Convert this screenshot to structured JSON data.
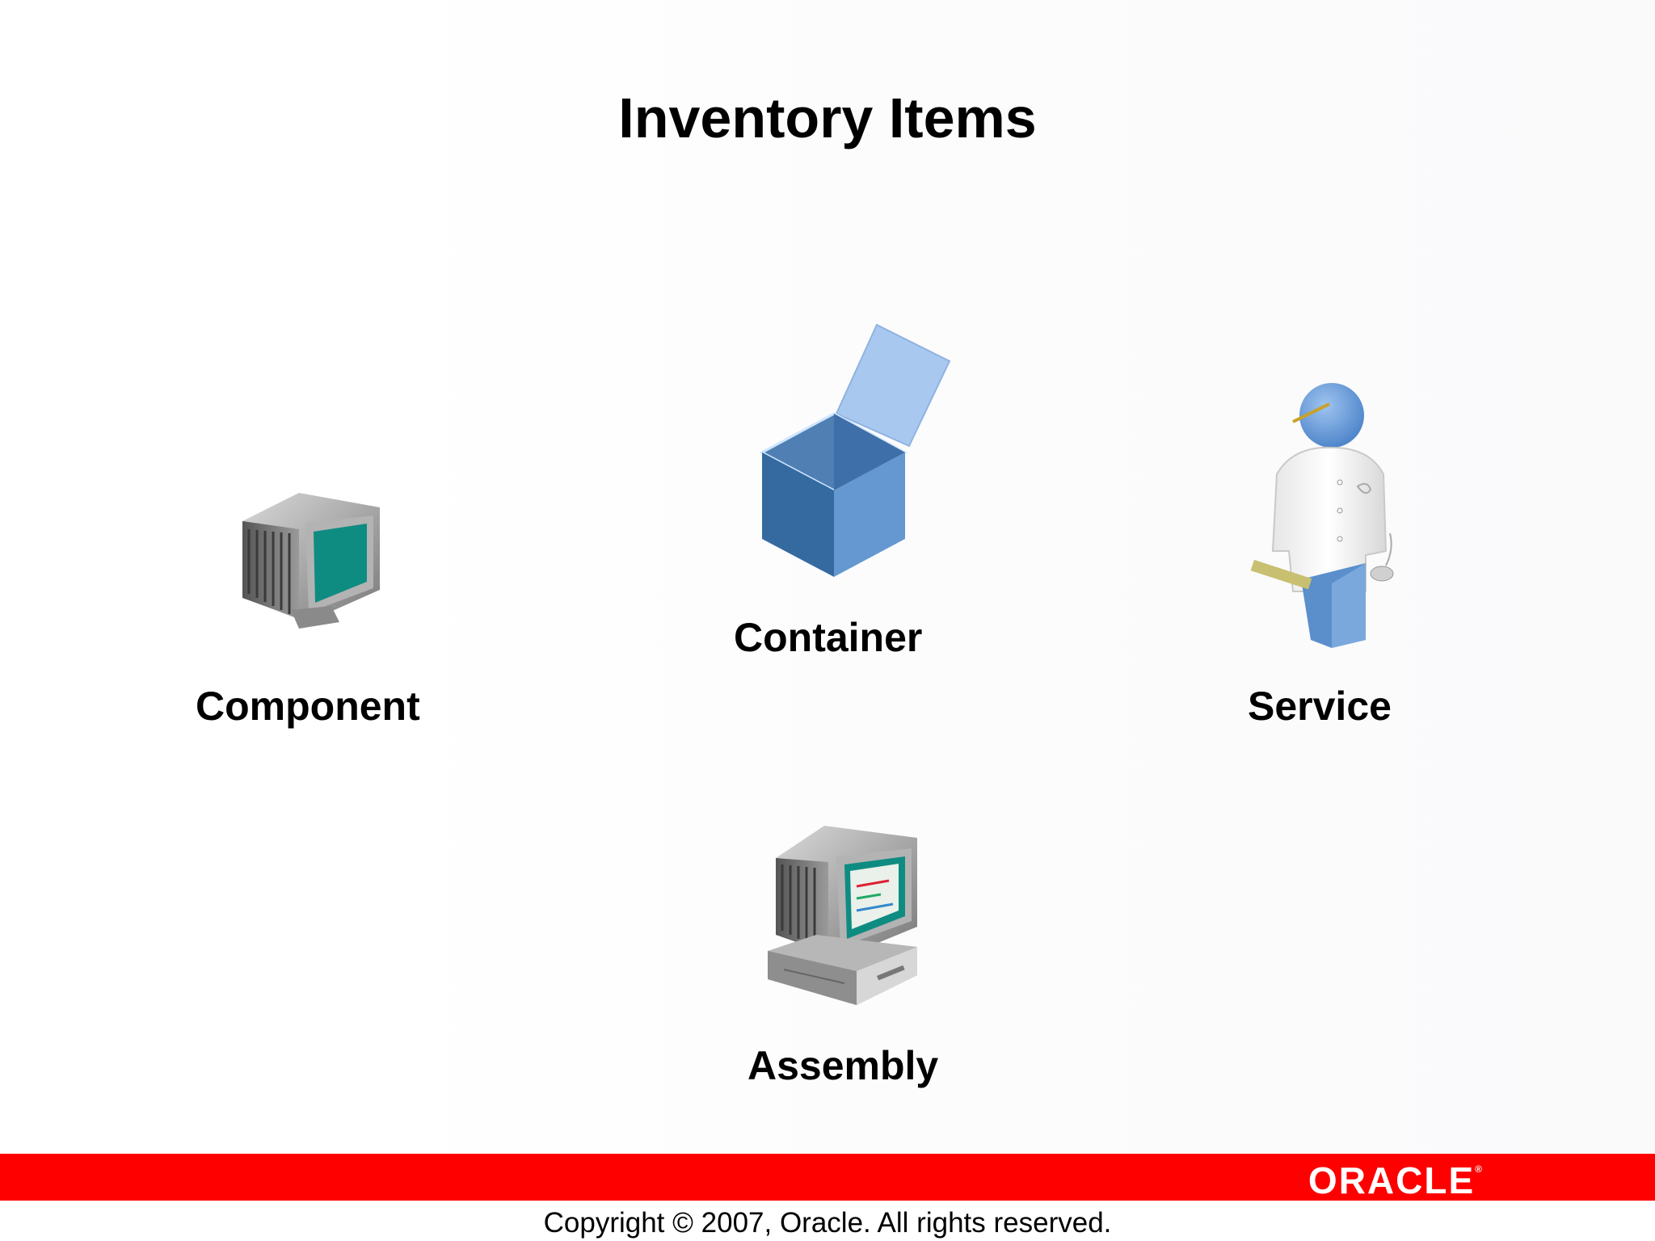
{
  "slide": {
    "title": "Inventory Items",
    "items": {
      "component": "Component",
      "container": "Container",
      "service": "Service",
      "assembly": "Assembly"
    }
  },
  "footer": {
    "logo": "ORACLE",
    "copyright": "Copyright © 2007, Oracle. All rights reserved.",
    "bar_color": "#ff0000"
  },
  "icons": {
    "component": "crt-monitor-icon",
    "container": "open-box-icon",
    "service": "technician-icon",
    "assembly": "desktop-computer-icon"
  }
}
